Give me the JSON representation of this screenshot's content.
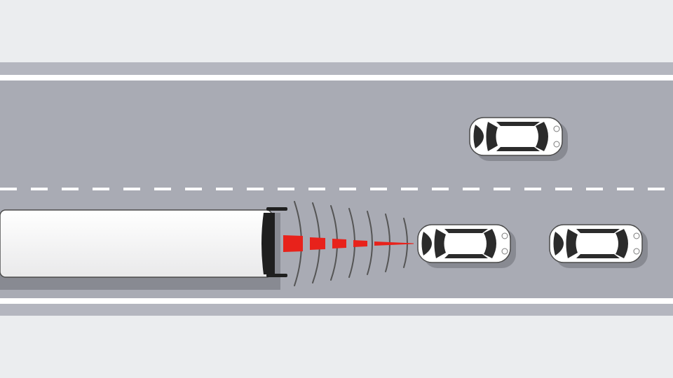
{
  "scene": {
    "road_lanes": 2,
    "vehicles": [
      {
        "kind": "truck",
        "lane": "bottom"
      },
      {
        "kind": "car",
        "lane": "top"
      },
      {
        "kind": "car",
        "lane": "bottom"
      },
      {
        "kind": "car",
        "lane": "bottom"
      }
    ],
    "sensor": {
      "beam_segments": 5,
      "wave_arcs": 7
    },
    "colors": {
      "background": "#ebedef",
      "shoulder": "#b4b6bf",
      "road": "#a9abb4",
      "lane_marking": "#ffffff",
      "truck_body": "#f6f6f6",
      "car_body": "#ffffff",
      "car_glass": "#2b2b2b",
      "beam": "#e8221b",
      "wave": "#555555"
    },
    "icons": [
      "truck-icon",
      "car-icon",
      "radar-waves-icon",
      "laser-beam-icon"
    ]
  }
}
